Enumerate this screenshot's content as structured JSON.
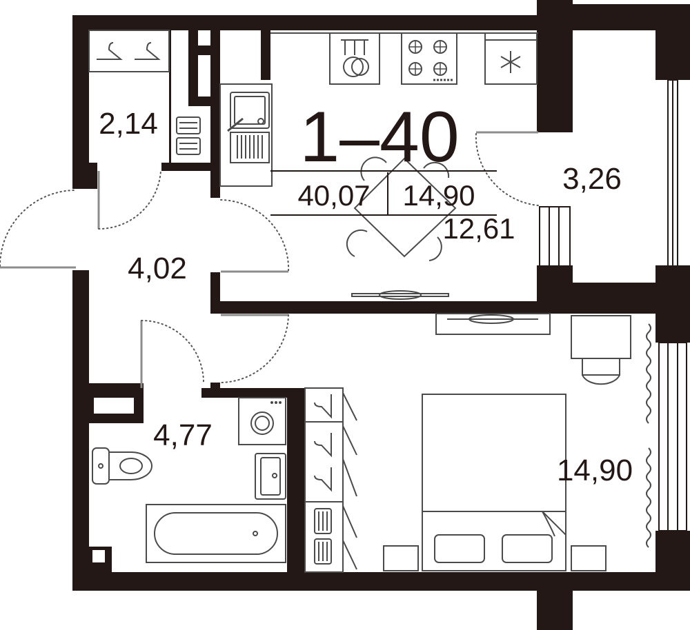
{
  "apartment": {
    "number": "1–40",
    "total_area": "40,07",
    "living_area": "14,90",
    "kitchen_area": "12,61"
  },
  "rooms": {
    "wardrobe": "2,14",
    "balcony": "3,26",
    "hall": "4,02",
    "bathroom": "4,77",
    "bedroom": "14,90"
  },
  "colors": {
    "wall": "#231815",
    "furniture_stroke": "#4a4a4a",
    "door_leaf": "#8c8c8c",
    "background": "#ffffff"
  },
  "icons": [
    "hanger-icon",
    "dishwasher-icon",
    "stove-icon",
    "fridge-icon",
    "sink-icon",
    "washing-machine-icon",
    "toilet-icon",
    "bathtub-icon",
    "radiator-icon",
    "bed-icon",
    "chair-icon",
    "table-icon",
    "curtain-icon"
  ]
}
